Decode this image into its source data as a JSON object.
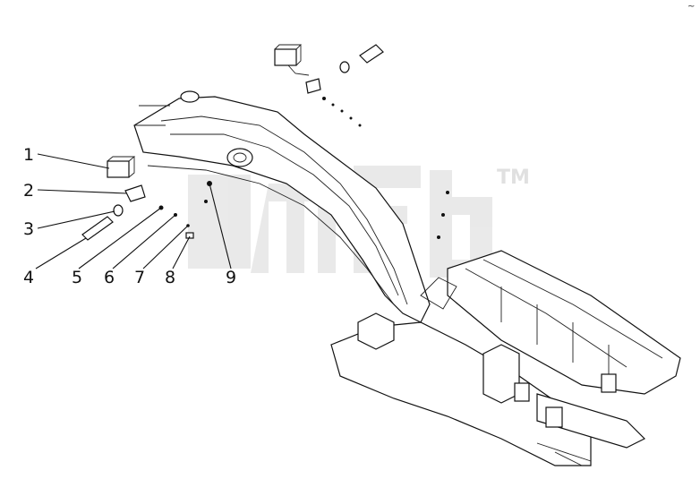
{
  "callouts": [
    {
      "label": "1"
    },
    {
      "label": "2"
    },
    {
      "label": "3"
    },
    {
      "label": "4"
    },
    {
      "label": "5"
    },
    {
      "label": "6"
    },
    {
      "label": "7"
    },
    {
      "label": "8"
    },
    {
      "label": "9"
    }
  ],
  "watermark": {
    "text": "TM",
    "logo_letters": "gmfb"
  },
  "corner_mark": "~"
}
